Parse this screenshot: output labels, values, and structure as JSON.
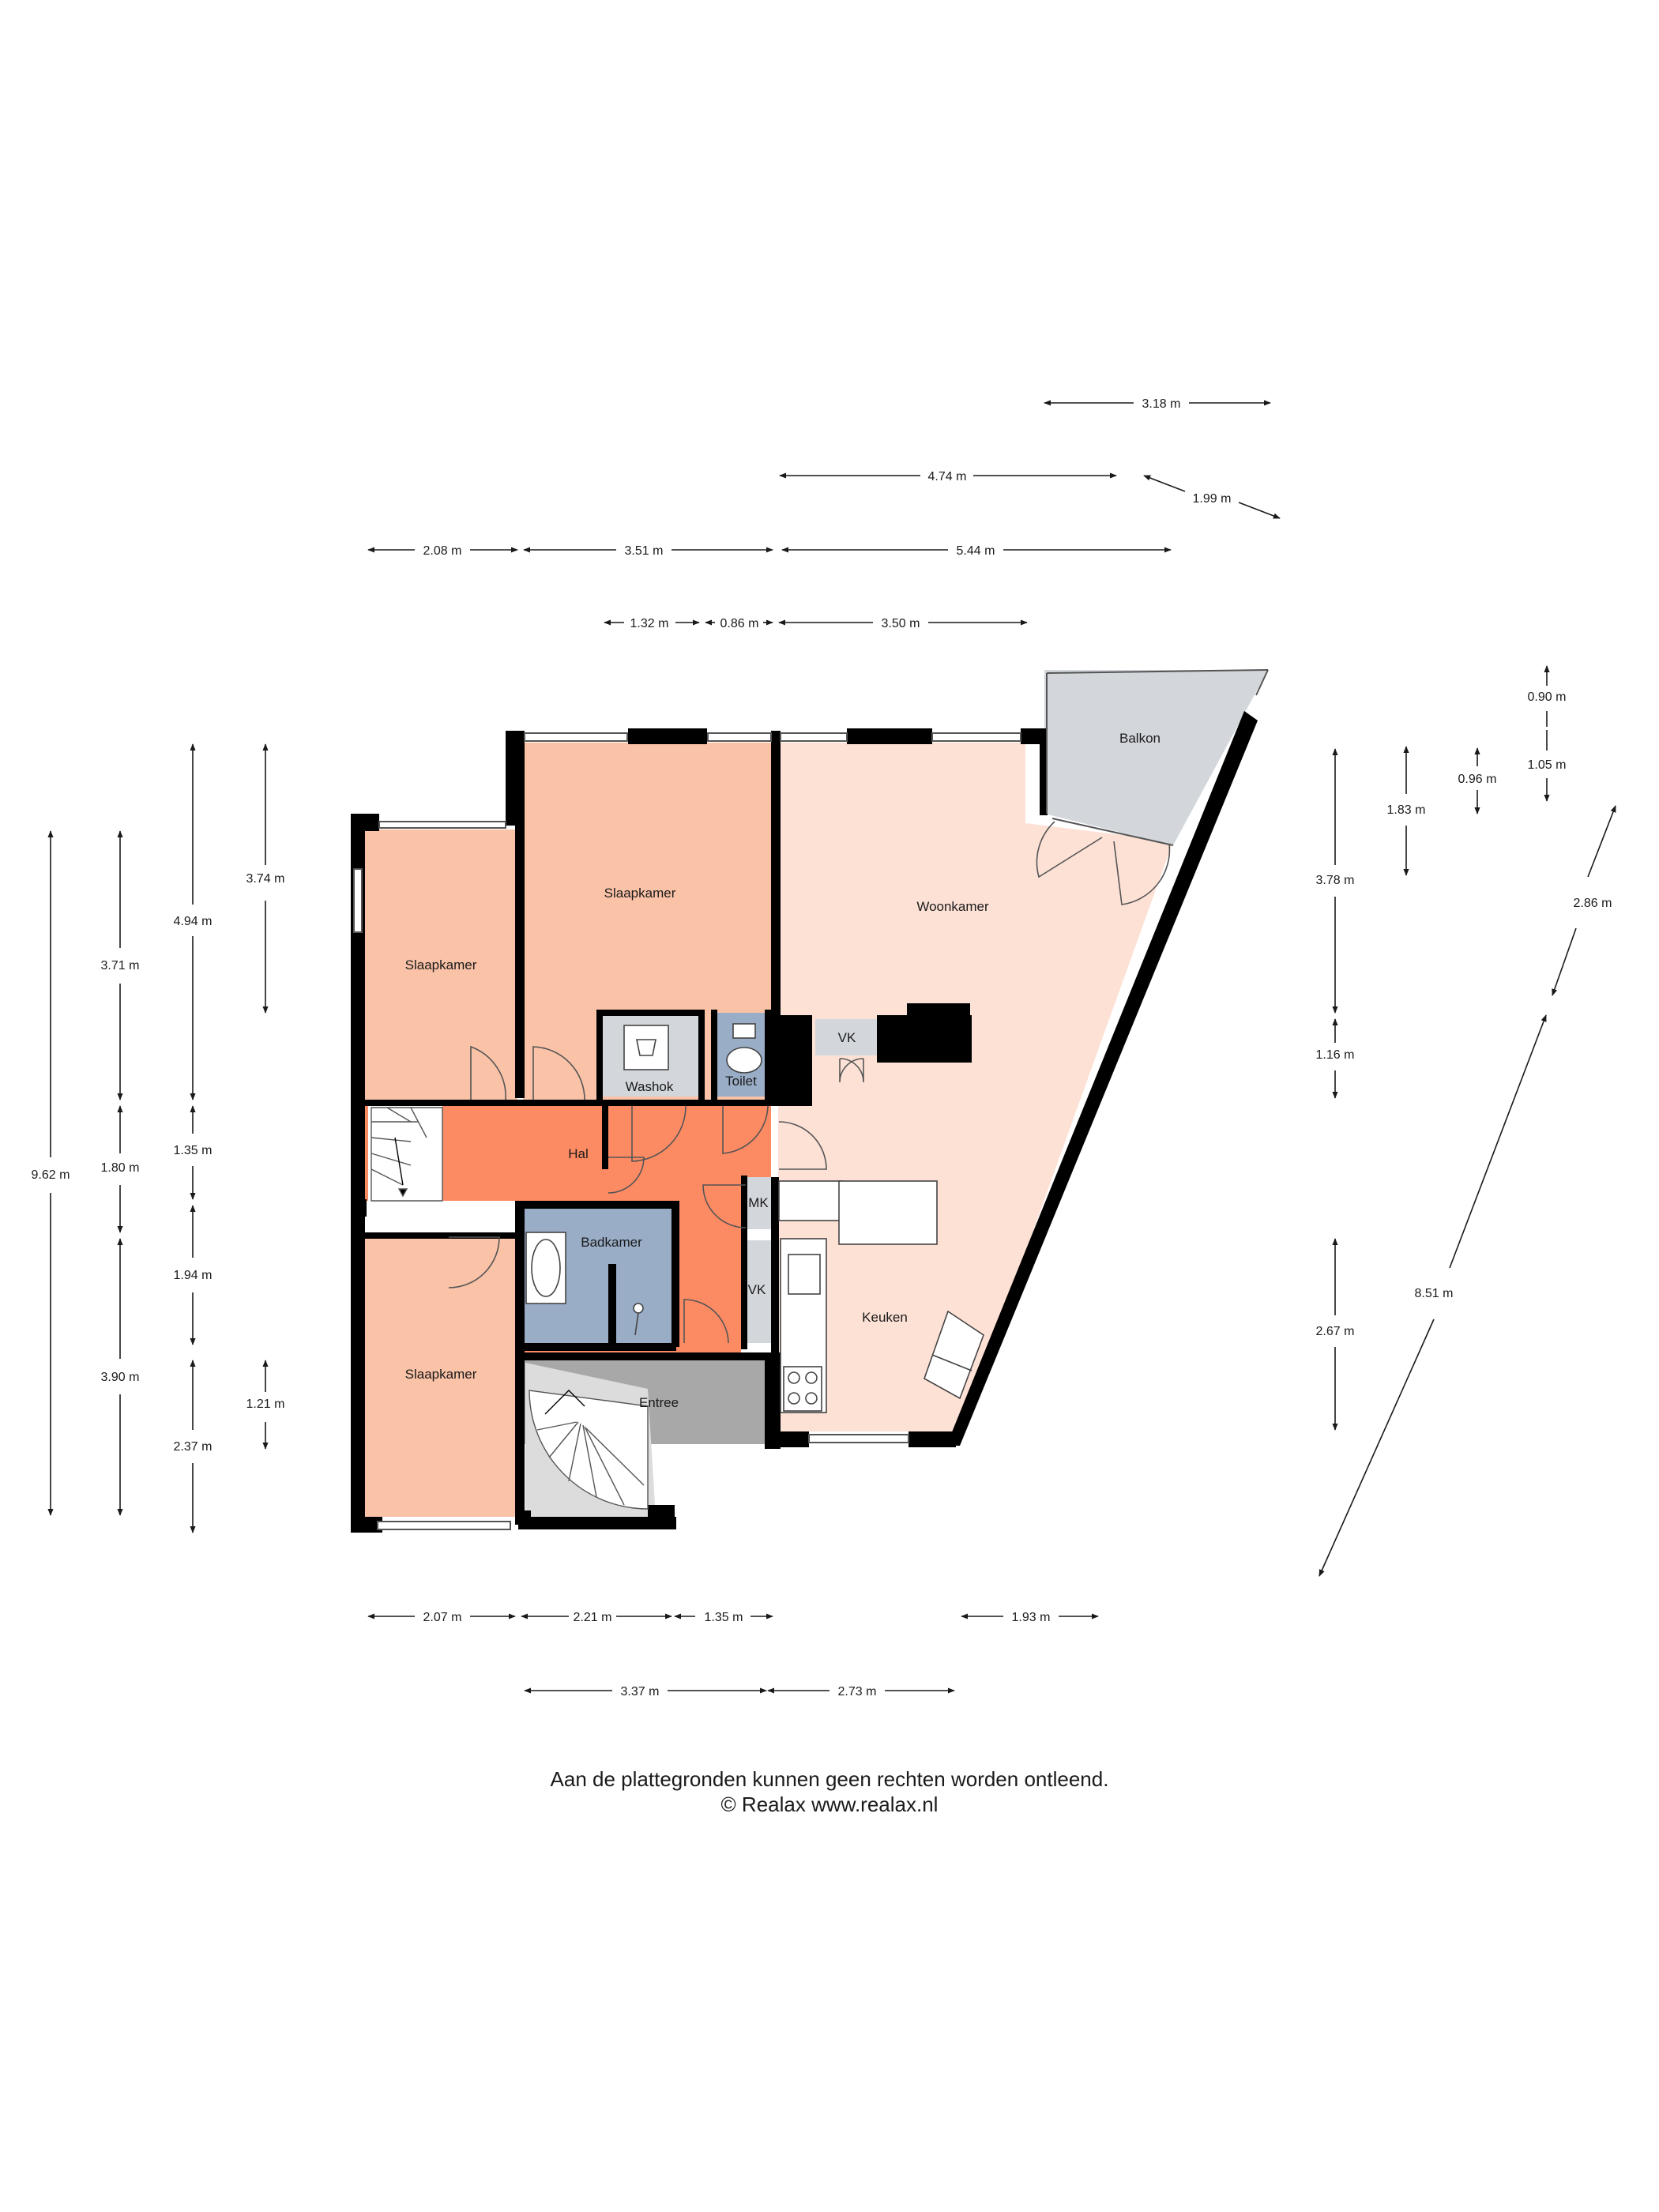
{
  "rooms": {
    "slaapkamer_west": "Slaapkamer",
    "slaapkamer_north": "Slaapkamer",
    "slaapkamer_south": "Slaapkamer",
    "woonkamer": "Woonkamer",
    "balkon": "Balkon",
    "washok": "Washok",
    "toilet": "Toilet",
    "vk_top": "VK",
    "hal": "Hal",
    "mk": "MK",
    "badkamer": "Badkamer",
    "vk_mid": "VK",
    "keuken": "Keuken",
    "entree": "Entree"
  },
  "dimensions": {
    "top_318": "3.18 m",
    "top_474": "4.74 m",
    "top_199": "1.99 m",
    "top_208": "2.08 m",
    "top_351": "3.51 m",
    "top_544": "5.44 m",
    "top_132": "1.32 m",
    "top_086": "0.86 m",
    "top_350": "3.50 m",
    "left_962": "9.62 m",
    "left_371": "3.71 m",
    "left_180": "1.80 m",
    "left_390": "3.90 m",
    "left_494": "4.94 m",
    "left_135": "1.35 m",
    "left_194": "1.94 m",
    "left_237": "2.37 m",
    "left_374": "3.74 m",
    "left_121": "1.21 m",
    "right_090": "0.90 m",
    "right_105": "1.05 m",
    "right_096": "0.96 m",
    "right_183": "1.83 m",
    "right_378": "3.78 m",
    "right_116": "1.16 m",
    "right_267": "2.67 m",
    "right_286": "2.86 m",
    "right_851": "8.51 m",
    "bottom_207": "2.07 m",
    "bottom_221": "2.21 m",
    "bottom_135": "1.35 m",
    "bottom_193": "1.93 m",
    "bottom_337": "3.37 m",
    "bottom_273": "2.73 m"
  },
  "footer": {
    "disclaimer": "Aan de plattegronden kunnen geen rechten worden ontleend.",
    "copyright": "© Realax www.realax.nl"
  },
  "colors": {
    "bedroom": "#fac2a7",
    "living": "#fde1d5",
    "hall": "#fc8b64",
    "wet_room": "#9aadc7",
    "balcony": "#d3d7dc",
    "entrance": "#a8a8a8",
    "wall": "#000000"
  }
}
